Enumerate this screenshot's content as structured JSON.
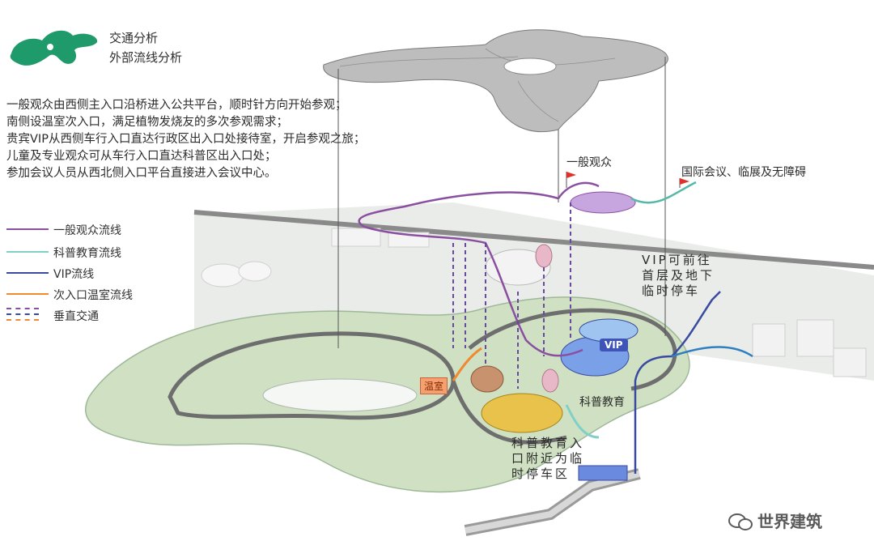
{
  "header": {
    "title": "交通分析",
    "subtitle": "外部流线分析"
  },
  "description": [
    "一般观众由西侧主入口沿桥进入公共平台，顺时针方向开始参观；",
    "南侧设温室次入口，满足植物发烧友的多次参观需求；",
    "贵宾VIP从西侧车行入口直达行政区出入口处接待室，开启参观之旅；",
    "儿童及专业观众可从车行入口直达科普区出入口处；",
    "参加会议人员从西北侧入口平台直接进入会议中心。"
  ],
  "legend": {
    "items": [
      {
        "label": "一般观众流线",
        "color": "#8a4fa0",
        "style": "solid"
      },
      {
        "label": "科普教育流线",
        "color": "#7fd0c8",
        "style": "solid"
      },
      {
        "label": "VIP流线",
        "color": "#3a4aa0",
        "style": "solid"
      },
      {
        "label": "次入口温室流线",
        "color": "#f08a30",
        "style": "solid"
      },
      {
        "label": "垂直交通",
        "color": "#6a4aa0",
        "style": "dashed"
      }
    ]
  },
  "labels": {
    "general_audience": "一般观众",
    "conference": "国际会议、临展及无障碍",
    "vip_note": [
      "VIP可前往",
      "首层及地下",
      "临时停车"
    ],
    "vip_badge": "VIP",
    "greenhouse": "温室",
    "science_edu": "科普教育",
    "science_entry": [
      "科普教育入",
      "口附近为临",
      "时停车区"
    ]
  },
  "watermark": "世界建筑",
  "colors": {
    "logo_green": "#1f9a6a",
    "ground": "#cfe1c2",
    "road": "#6e6e6e",
    "purple": "#8a4fa0",
    "teal": "#7fd0c8",
    "vip_blue": "#3a4aa0",
    "orange": "#f08a30"
  }
}
